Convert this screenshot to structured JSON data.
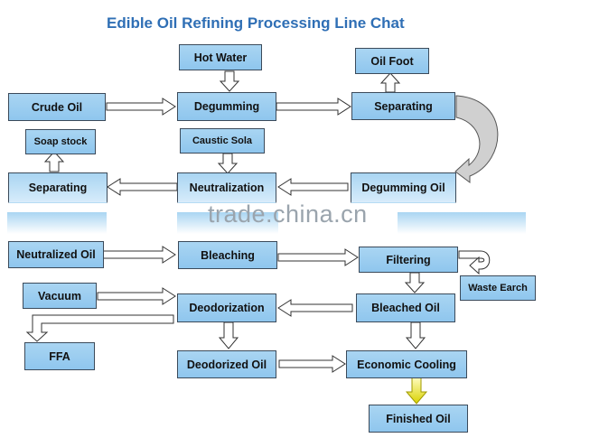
{
  "title": "Edible Oil Refining Processing Line Chat",
  "watermark": "trade.china.cn",
  "nodes": {
    "hot_water": "Hot Water",
    "oil_foot": "Oil Foot",
    "crude_oil": "Crude Oil",
    "degumming": "Degumming",
    "separating_1": "Separating",
    "soap_stock": "Soap stock",
    "caustic_sola": "Caustic Sola",
    "separating_2": "Separating",
    "neutralization": "Neutralization",
    "degumming_oil": "Degumming Oil",
    "neutralized_oil": "Neutralized Oil",
    "bleaching": "Bleaching",
    "filtering": "Filtering",
    "waste_earch": "Waste Earch",
    "vacuum": "Vacuum",
    "deodorization": "Deodorization",
    "bleached_oil": "Bleached Oil",
    "ffa": "FFA",
    "deodorized_oil": "Deodorized Oil",
    "economic_cooling": "Economic Cooling",
    "finished_oil": "Finished Oil"
  },
  "colors": {
    "box_fill": "#9ccdf0",
    "box_border": "#3b4a5a",
    "title": "#2f6fb5",
    "highlight_arrow": "#e6e600"
  }
}
